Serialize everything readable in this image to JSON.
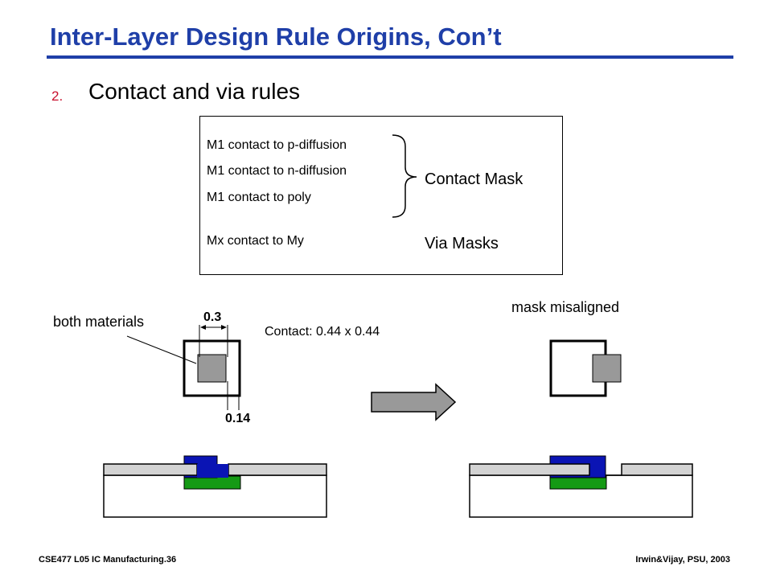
{
  "slide": {
    "title": "Inter-Layer Design Rule Origins, Con’t",
    "bullet_number": "2.",
    "bullet_text": "Contact and via rules"
  },
  "rules_box": {
    "lines": [
      "M1 contact to p-diffusion",
      "M1 contact to n-diffusion",
      "M1 contact to poly",
      "Mx contact to My"
    ],
    "contact_mask_label": "Contact Mask",
    "via_masks_label": "Via Masks"
  },
  "diagram": {
    "both_materials_label": "both materials",
    "dimension_top": "0.3",
    "dimension_bottom": "0.14",
    "contact_size_label": "Contact: 0.44 x 0.44",
    "misaligned_label": "mask misaligned",
    "colors": {
      "contact_gray": "#999999",
      "metal_blue": "#0a14b4",
      "diffusion_green": "#159a15",
      "poly_gray": "#d3d3d3",
      "title_blue": "#1f3fa8",
      "bullet_red": "#c8102e"
    }
  },
  "footer": {
    "left": "CSE477  L05 IC Manufacturing.36",
    "right": "Irwin&Vijay, PSU, 2003"
  }
}
